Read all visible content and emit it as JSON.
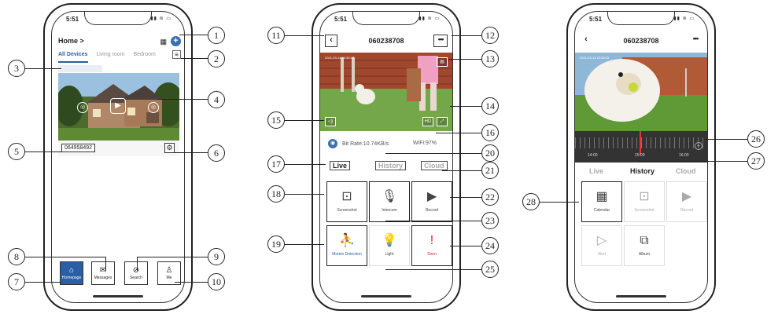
{
  "status": {
    "time": "5:51",
    "icons": "▮▮ ≋ ▭"
  },
  "phone1": {
    "home_label": "Home",
    "home_arrow": ">",
    "grid_icon": "▦",
    "add_icon": "+",
    "tabs": [
      "All Devices",
      "Living room",
      "Bedroom"
    ],
    "menu_icon": "≡",
    "play_icon": "▶",
    "left_icon": "◎",
    "right_icon": "◎",
    "device_id": "064958492",
    "settings_icon": "⚙",
    "nav": [
      {
        "label": "Homepage",
        "icon": "⌂"
      },
      {
        "label": "Messages",
        "icon": "✉"
      },
      {
        "label": "Search",
        "icon": "⊘"
      },
      {
        "label": "Me",
        "icon": "♙"
      }
    ]
  },
  "phone2": {
    "title": "060238708",
    "back_icon": "‹",
    "more_icon": "•••",
    "stamp": "2021-03-14  10:35:43",
    "sd_icon": "▤",
    "hd_label": "HD",
    "fullscreen_icon": "⤢",
    "speaker_icon": "◁)",
    "lock_icon": "◉",
    "bitrate": "Bit Rate:10.74KB/s",
    "wifi": "WiFi:97%",
    "tabs": [
      "Live",
      "History",
      "Cloud"
    ],
    "controls": [
      {
        "label": "Screenshot",
        "icon": "⊡"
      },
      {
        "label": "Intercom",
        "icon": "🎙"
      },
      {
        "label": "Record",
        "icon": "▶"
      },
      {
        "label": "Motion Detection",
        "icon": "⛹"
      },
      {
        "label": "Light",
        "icon": "💡"
      },
      {
        "label": "Siren",
        "icon": "!"
      }
    ]
  },
  "phone3": {
    "title": "060238708",
    "back_icon": "‹",
    "more_icon": "•••",
    "stamp": "2021-03-14  10:35:43",
    "timeline_labels": [
      "14:00",
      "15:00",
      "16:00"
    ],
    "zoom_icon": "+",
    "tabs": [
      "Live",
      "History",
      "Cloud"
    ],
    "controls": [
      {
        "label": "Calendar",
        "icon": "▦"
      },
      {
        "label": "Screenshot",
        "icon": "⊡"
      },
      {
        "label": "Record",
        "icon": "▶"
      },
      {
        "label": "Alert",
        "icon": "▷"
      },
      {
        "label": "Album",
        "icon": "⧉"
      }
    ]
  },
  "callouts": [
    "1",
    "2",
    "3",
    "4",
    "5",
    "6",
    "7",
    "8",
    "9",
    "10",
    "11",
    "12",
    "13",
    "14",
    "15",
    "16",
    "17",
    "18",
    "19",
    "20",
    "21",
    "22",
    "23",
    "24",
    "25",
    "26",
    "27",
    "28"
  ]
}
